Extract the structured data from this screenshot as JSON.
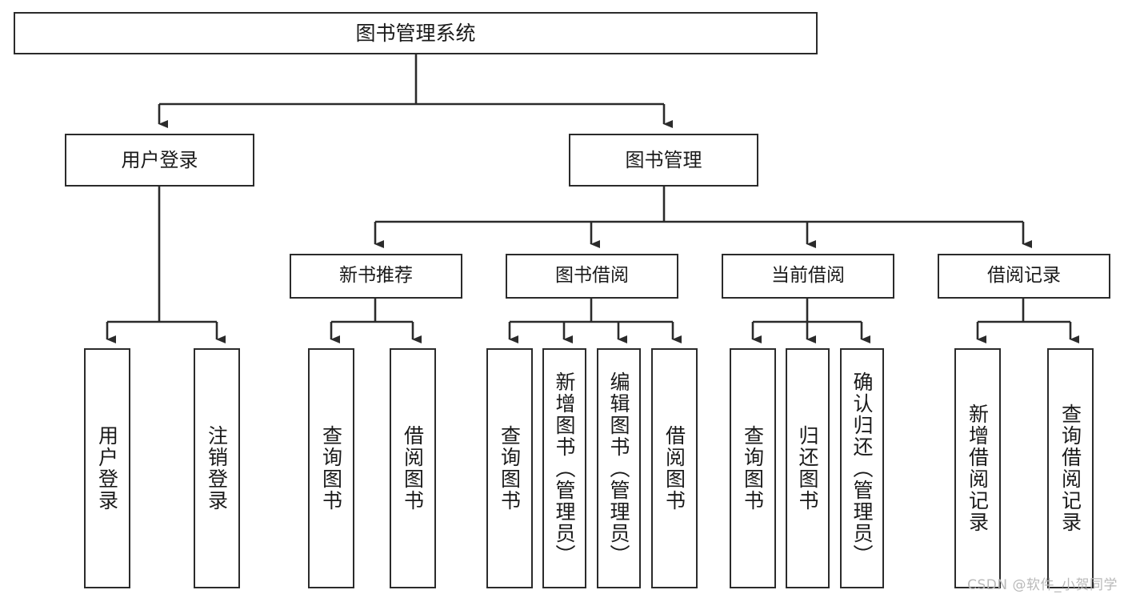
{
  "diagram": {
    "title": "图书管理系统",
    "type": "functional-structure-tree",
    "root": {
      "label": "图书管理系统"
    },
    "level2": [
      {
        "label": "用户登录"
      },
      {
        "label": "图书管理"
      }
    ],
    "level3": [
      {
        "label": "新书推荐"
      },
      {
        "label": "图书借阅"
      },
      {
        "label": "当前借阅"
      },
      {
        "label": "借阅记录"
      }
    ],
    "leaves": {
      "user_login": [
        {
          "label": "用户登录"
        },
        {
          "label": "注销登录"
        }
      ],
      "new_book_recommend": [
        {
          "label": "查询图书"
        },
        {
          "label": "借阅图书"
        }
      ],
      "book_borrow": [
        {
          "label": "查询图书"
        },
        {
          "label": "新增图书（管理员）"
        },
        {
          "label": "编辑图书（管理员）"
        },
        {
          "label": "借阅图书"
        }
      ],
      "current_borrow": [
        {
          "label": "查询图书"
        },
        {
          "label": "归还图书"
        },
        {
          "label": "确认归还（管理员）"
        }
      ],
      "borrow_record": [
        {
          "label": "新增借阅记录"
        },
        {
          "label": "查询借阅记录"
        }
      ]
    }
  },
  "watermark": {
    "text": "CSDN @软件_小贺同学"
  },
  "colors": {
    "background": "#ffffff",
    "box_border": "#2b2b2b",
    "box_fill": "#ffffff",
    "text": "#1a1a1a",
    "edge": "#2b2b2b",
    "watermark": "#b9b9b9"
  }
}
